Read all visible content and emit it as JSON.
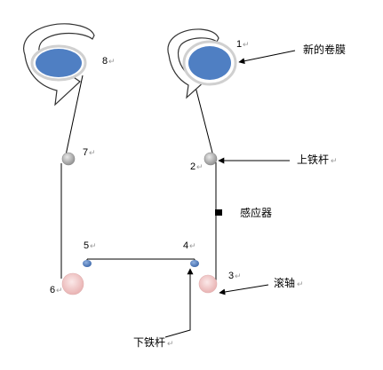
{
  "labels": {
    "n1": "1",
    "n2": "2",
    "n3": "3",
    "n4": "4",
    "n5": "5",
    "n6": "6",
    "n7": "7",
    "n8": "8",
    "new_film": "新的卷膜",
    "upper_rod": "上铁杆",
    "sensor": "感应器",
    "roller": "滚轴",
    "lower_rod": "下铁杆",
    "para_mark": "↵"
  },
  "colors": {
    "film_roll": "#4f7fc3",
    "top_roller": "#b8b8b8",
    "bottom_roller": "#f2c8c8",
    "small_roller": "#4f7fc3"
  },
  "icons": {
    "rotation": "curved-arrow-icon",
    "sensor": "square-sensor-icon"
  }
}
